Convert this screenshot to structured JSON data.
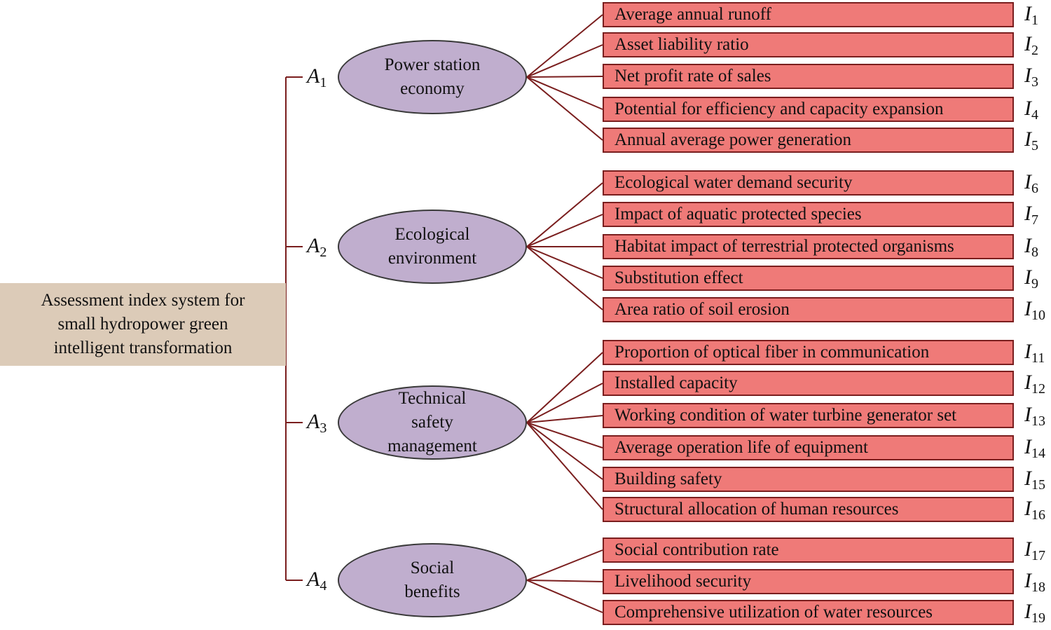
{
  "root": {
    "label": "Assessment index system for\nsmall hydropower green\nintelligent transformation"
  },
  "categories": [
    {
      "code_letter": "A",
      "code_sub": "1",
      "label": "Power station\neconomy",
      "indicators": [
        {
          "letter": "I",
          "sub": "1",
          "label": "Average annual runoff"
        },
        {
          "letter": "I",
          "sub": "2",
          "label": "Asset liability ratio"
        },
        {
          "letter": "I",
          "sub": "3",
          "label": "Net profit rate of sales"
        },
        {
          "letter": "I",
          "sub": "4",
          "label": "Potential for efficiency and capacity expansion"
        },
        {
          "letter": "I",
          "sub": "5",
          "label": "Annual average power generation"
        }
      ]
    },
    {
      "code_letter": "A",
      "code_sub": "2",
      "label": "Ecological\nenvironment",
      "indicators": [
        {
          "letter": "I",
          "sub": "6",
          "label": "Ecological water demand security"
        },
        {
          "letter": "I",
          "sub": "7",
          "label": "Impact of aquatic protected species"
        },
        {
          "letter": "I",
          "sub": "8",
          "label": "Habitat impact of terrestrial protected organisms"
        },
        {
          "letter": "I",
          "sub": "9",
          "label": "Substitution effect"
        },
        {
          "letter": "I",
          "sub": "10",
          "label": "Area ratio of soil erosion"
        }
      ]
    },
    {
      "code_letter": "A",
      "code_sub": "3",
      "label": "Technical\nsafety\nmanagement",
      "indicators": [
        {
          "letter": "I",
          "sub": "11",
          "label": "Proportion of optical fiber in communication"
        },
        {
          "letter": "I",
          "sub": "12",
          "label": "Installed capacity"
        },
        {
          "letter": "I",
          "sub": "13",
          "label": "Working condition of water turbine generator set"
        },
        {
          "letter": "I",
          "sub": "14",
          "label": "Average operation life of equipment"
        },
        {
          "letter": "I",
          "sub": "15",
          "label": "Building safety"
        },
        {
          "letter": "I",
          "sub": "16",
          "label": "Structural allocation of human resources"
        }
      ]
    },
    {
      "code_letter": "A",
      "code_sub": "4",
      "label": "Social\nbenefits",
      "indicators": [
        {
          "letter": "I",
          "sub": "17",
          "label": "Social contribution rate"
        },
        {
          "letter": "I",
          "sub": "18",
          "label": "Livelihood security"
        },
        {
          "letter": "I",
          "sub": "19",
          "label": "Comprehensive utilization of water resources"
        }
      ]
    }
  ],
  "colors": {
    "root_fill": "#dccbb8",
    "category_fill": "#c0aece",
    "indicator_fill": "#ef7a78",
    "indicator_border": "#7a1e1e",
    "connector": "#7a1e1e"
  }
}
